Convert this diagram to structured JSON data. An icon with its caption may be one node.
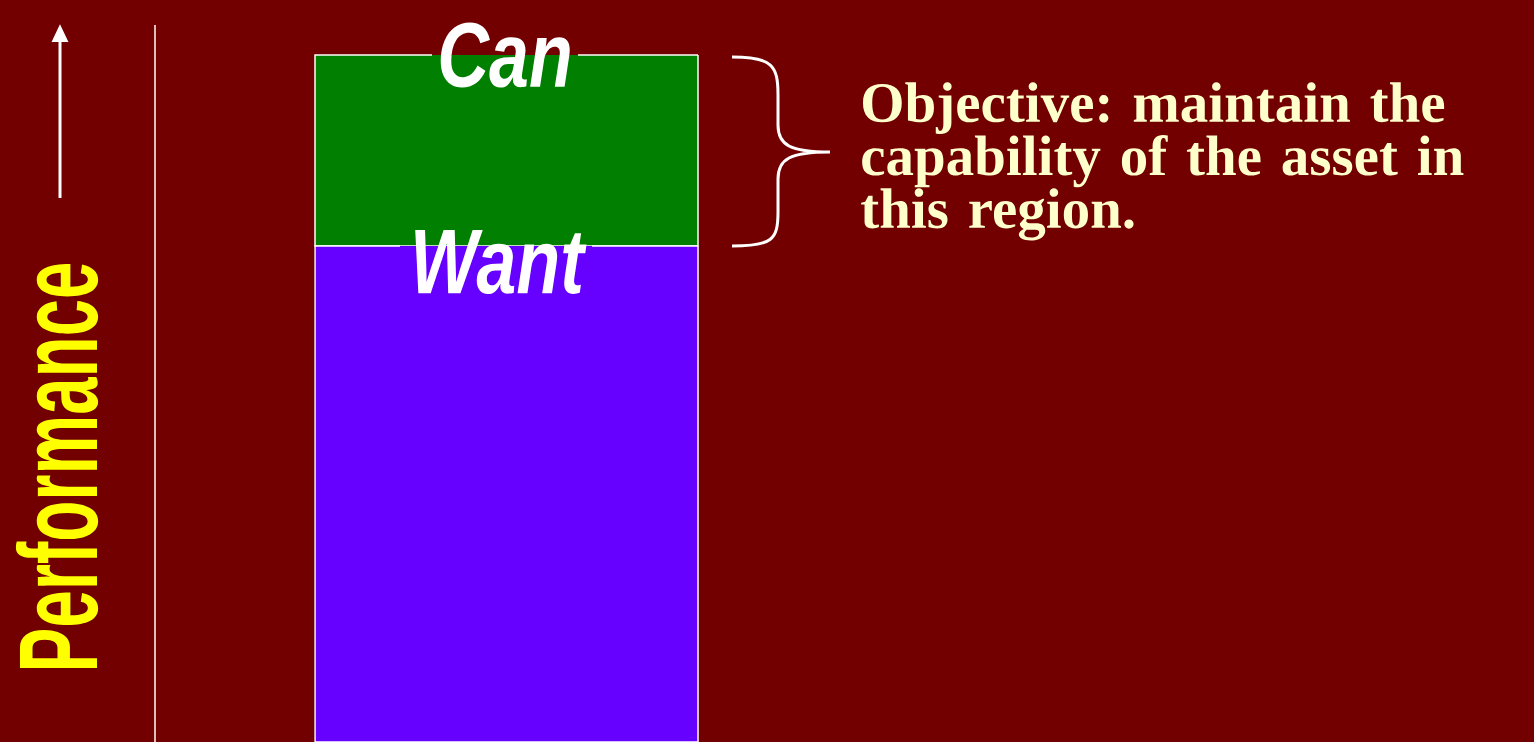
{
  "diagram": {
    "nodes": [
      {
        "text": [
          "Can"
        ]
      },
      {
        "text": [
          "Want"
        ]
      }
    ],
    "labels": [
      "Performance",
      "Objective: maintain the capability of the asset in this region."
    ]
  }
}
